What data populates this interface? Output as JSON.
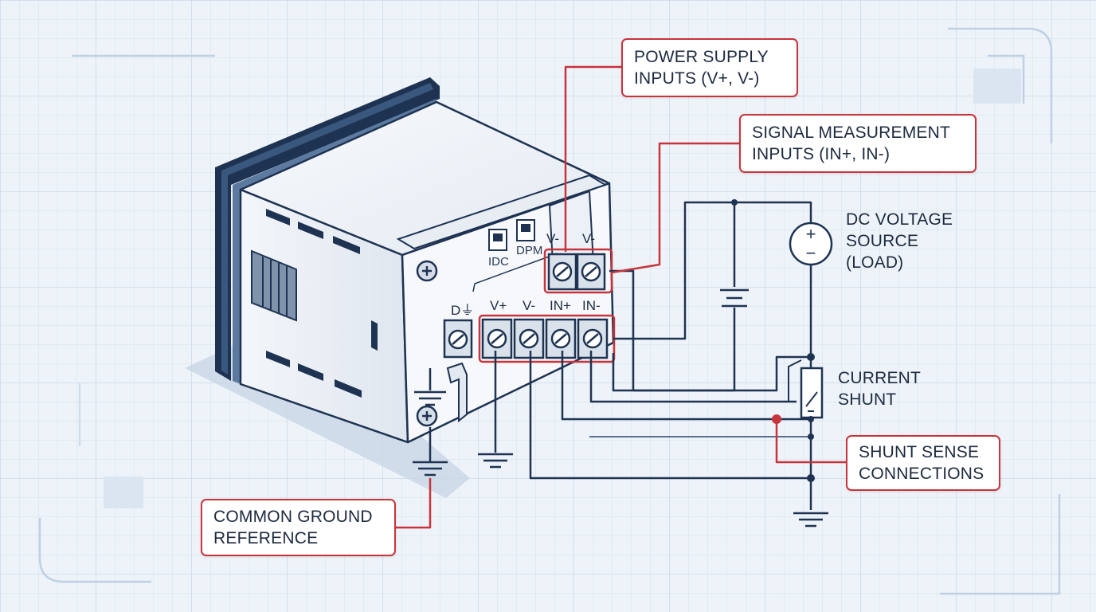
{
  "callouts": {
    "power_supply": [
      "POWER SUPPLY",
      "INPUTS (V+, V-)"
    ],
    "signal_measurement": [
      "SIGNAL MEASUREMENT",
      "INPUTS (IN+, IN-)"
    ],
    "shunt_sense": [
      "SHUNT SENSE",
      "CONNECTIONS"
    ],
    "common_ground": [
      "COMMON GROUND",
      "REFERENCE"
    ]
  },
  "labels": {
    "dc_source": [
      "DC VOLTAGE",
      "SOURCE",
      "(LOAD)"
    ],
    "current_shunt": [
      "CURRENT",
      "SHUNT"
    ]
  },
  "meter": {
    "top_terminals": [
      "V-",
      "V-"
    ],
    "bottom_terminals": [
      "V+",
      "V-",
      "IN+",
      "IN-"
    ],
    "side_terminal": "D⏚",
    "switch_labels": [
      "IDC",
      "DPM"
    ]
  },
  "source_symbols": {
    "plus": "+",
    "minus": "−"
  },
  "colors": {
    "callout_border": "#c8343c",
    "line_navy": "#1e3352",
    "line_red": "#c8343c",
    "background": "#eef3f9",
    "grid": "#d3deeb"
  }
}
